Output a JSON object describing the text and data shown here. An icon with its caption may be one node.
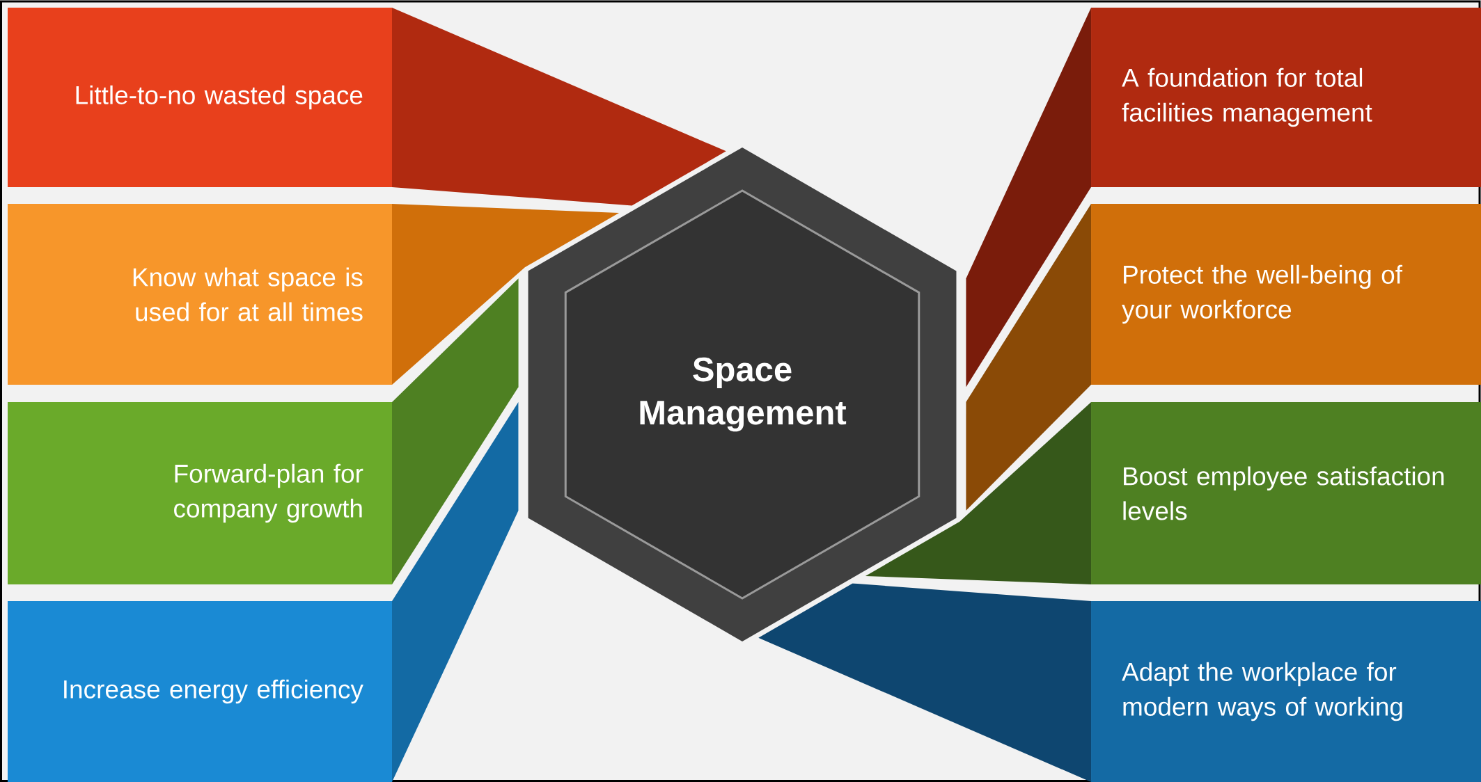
{
  "diagram": {
    "nodes": [
      {
        "text": [
          "Space Management"
        ]
      },
      {
        "text": [
          "Little-to-no wasted space"
        ]
      },
      {
        "text": [
          "Know what space is used for at all times"
        ]
      },
      {
        "text": [
          "Forward-plan for company growth"
        ]
      },
      {
        "text": [
          "Increase energy efficiency"
        ]
      },
      {
        "text": [
          "A foundation for total facilities management"
        ]
      },
      {
        "text": [
          "Protect the well-being of your workforce"
        ]
      },
      {
        "text": [
          "Boost employee satisfaction levels"
        ]
      },
      {
        "text": [
          "Adapt the workplace for modern ways of working"
        ]
      }
    ],
    "edges": [
      {
        "from": 0,
        "to": 1,
        "arrow": "none",
        "color": "#b02a10"
      },
      {
        "from": 0,
        "to": 2,
        "arrow": "none",
        "color": "#d06f0a"
      },
      {
        "from": 0,
        "to": 3,
        "arrow": "none",
        "color": "#4e8022"
      },
      {
        "from": 0,
        "to": 4,
        "arrow": "none",
        "color": "#136aa4"
      },
      {
        "from": 0,
        "to": 5,
        "arrow": "none",
        "color": "#7a1c0b"
      },
      {
        "from": 0,
        "to": 6,
        "arrow": "none",
        "color": "#8a4a06"
      },
      {
        "from": 0,
        "to": 7,
        "arrow": "none",
        "color": "#36581a"
      },
      {
        "from": 0,
        "to": 8,
        "arrow": "none",
        "color": "#0e4670"
      }
    ]
  }
}
